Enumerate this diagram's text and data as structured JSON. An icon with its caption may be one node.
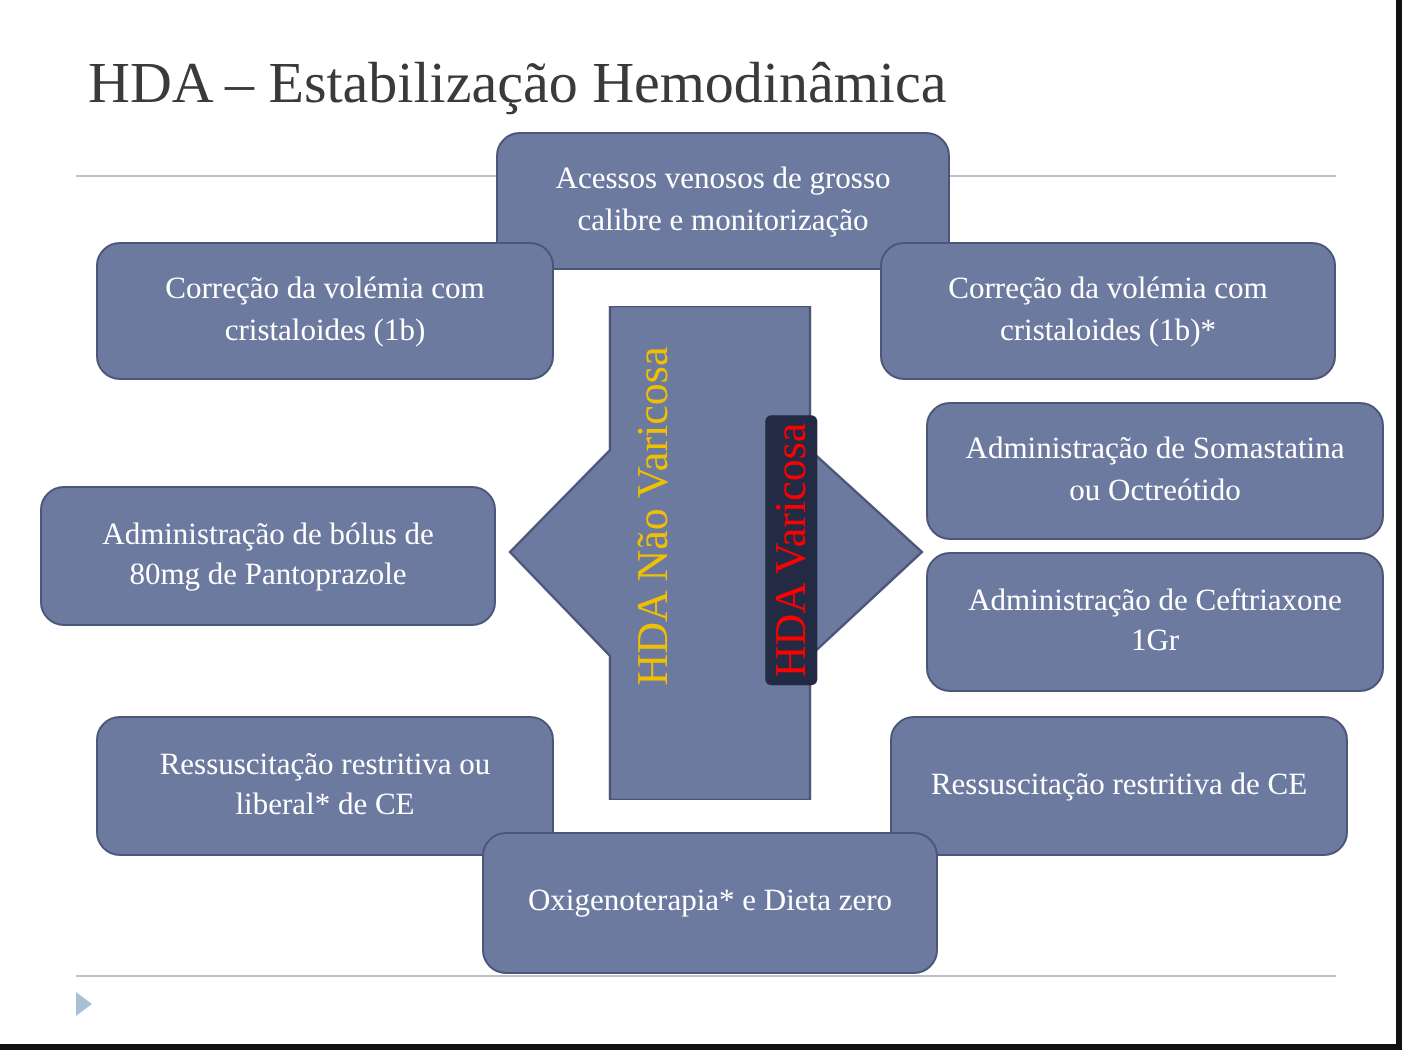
{
  "diagram": {
    "title": "HDA – Estabilização Hemodinâmica",
    "nodes": [
      {
        "text": [
          "Acessos venosos de grosso calibre e monitorização"
        ]
      },
      {
        "text": [
          "Correção da volémia com cristaloides (1b)"
        ]
      },
      {
        "text": [
          "Correção da volémia com cristaloides (1b)*"
        ]
      },
      {
        "text": [
          "HDA Não Varicosa",
          "HDA Varicosa"
        ]
      },
      {
        "text": [
          "Administração de Somastatina ou Octreótido"
        ]
      },
      {
        "text": [
          "Administração de bólus de 80mg de Pantoprazole"
        ]
      },
      {
        "text": [
          "Administração de Ceftriaxone 1Gr"
        ]
      },
      {
        "text": [
          "Ressuscitação restritiva ou liberal* de CE"
        ]
      },
      {
        "text": [
          "Ressuscitação restritiva de CE"
        ]
      },
      {
        "text": [
          "Oxigenoterapia* e Dieta zero"
        ]
      }
    ],
    "edges": []
  }
}
